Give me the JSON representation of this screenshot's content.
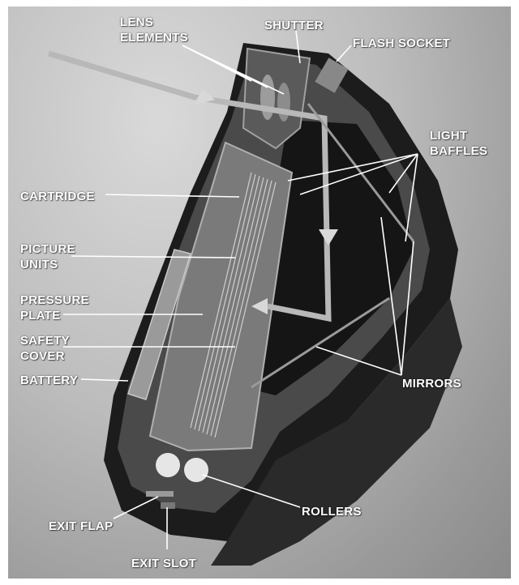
{
  "labels": {
    "lens_elements": "LENS\nELEMENTS",
    "shutter": "SHUTTER",
    "flash_socket": "FLASH SOCKET",
    "light_baffles": "LIGHT\nBAFFLES",
    "cartridge": "CARTRIDGE",
    "picture_units": "PICTURE\nUNITS",
    "pressure_plate": "PRESSURE\nPLATE",
    "safety_cover": "SAFETY\nCOVER",
    "battery": "BATTERY",
    "mirrors": "MIRRORS",
    "rollers": "ROLLERS",
    "exit_flap": "EXIT FLAP",
    "exit_slot": "EXIT SLOT"
  },
  "colors": {
    "body_dark": "#1a1a1a",
    "body_mid": "#2e2e2e",
    "cutaway_gray": "#6a6a6a",
    "light_path": "#b8b8b8",
    "label_text": "#ffffff"
  }
}
